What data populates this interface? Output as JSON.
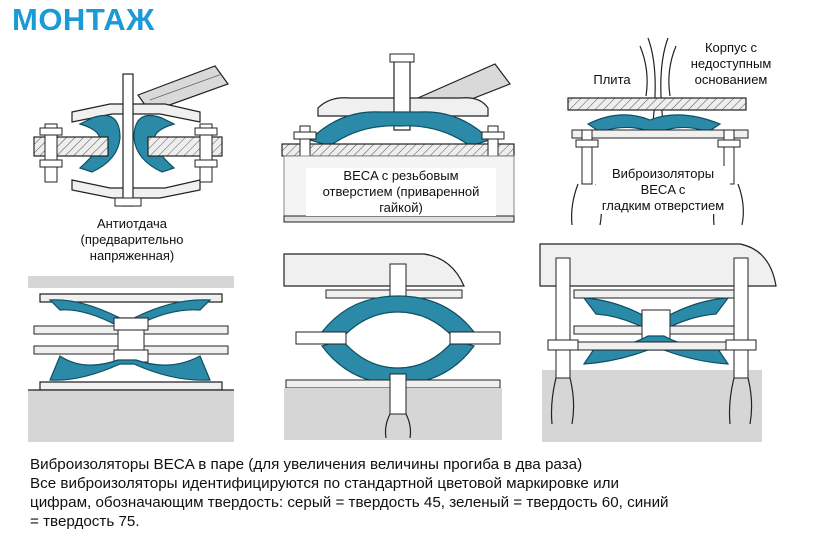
{
  "title": "МОНТАЖ",
  "colors": {
    "accent": "#1a9ad6",
    "elastomer": "#2a8aa8",
    "metal_fill": "#e6e6e6",
    "floor": "#d6d6d6"
  },
  "panels": {
    "p1": {
      "label_lines": [
        "Антиотдача",
        "(предварительно",
        "напряженная)"
      ]
    },
    "p2": {
      "label_lines": [
        "BECA с резьбовым",
        "отверстием (приваренной",
        "гайкой)"
      ]
    },
    "p3": {
      "plate_label": "Плита",
      "housing_label_lines": [
        "Корпус с",
        "недоступным",
        "основанием"
      ],
      "isolator_label_lines": [
        "Виброизоляторы",
        "BECA с",
        "гладким отверстием"
      ]
    }
  },
  "caption": {
    "line1": "Виброизоляторы BECA в паре (для увеличения величины прогиба в два раза)",
    "line2": "Все виброизоляторы идентифицируются по стандартной цветовой маркировке  или",
    "line3": "цифрам, обозначающим твердость: серый = твердость 45, зеленый = твердость 60, синий",
    "line4": "= твердость 75."
  }
}
